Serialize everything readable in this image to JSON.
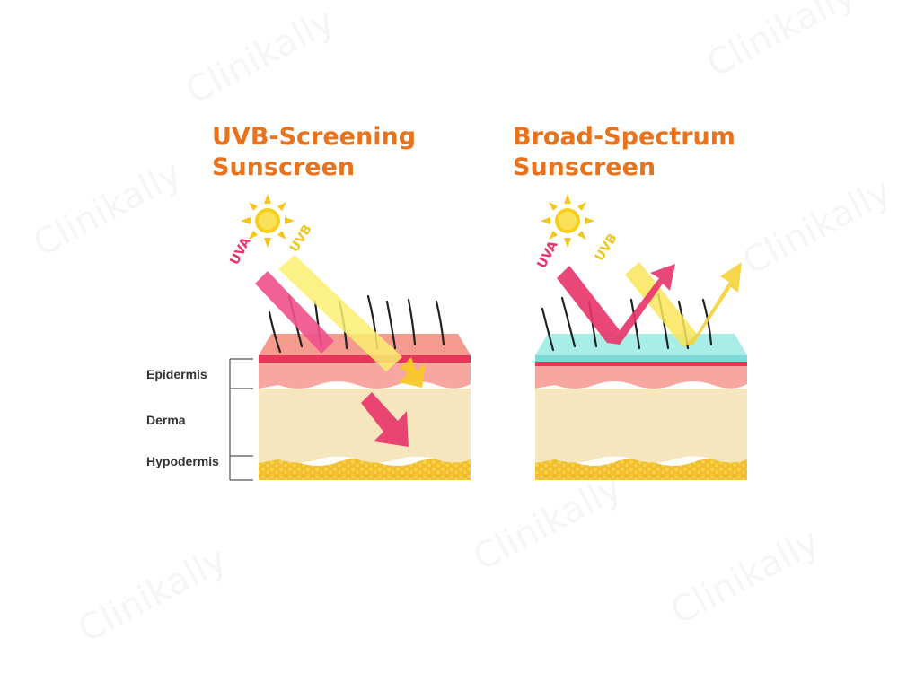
{
  "panels": [
    {
      "title_line1": "UVB-Screening",
      "title_line2": "Sunscreen"
    },
    {
      "title_line1": "Broad-Spectrum",
      "title_line2": "Sunscreen"
    }
  ],
  "rays": {
    "uva": "UVA",
    "uvb": "UVB"
  },
  "layers": {
    "epidermis": "Epidermis",
    "derma": "Derma",
    "hypodermis": "Hypodermis"
  },
  "watermark": "Clinikally",
  "colors": {
    "title": "#E8731C",
    "uva": "#E8336A",
    "uvb": "#F7E04A",
    "protective_film": "#A8EEE6",
    "epidermis": "#F5A9A0",
    "derma": "#F6E6BE",
    "hypodermis": "#F2BE2C"
  }
}
